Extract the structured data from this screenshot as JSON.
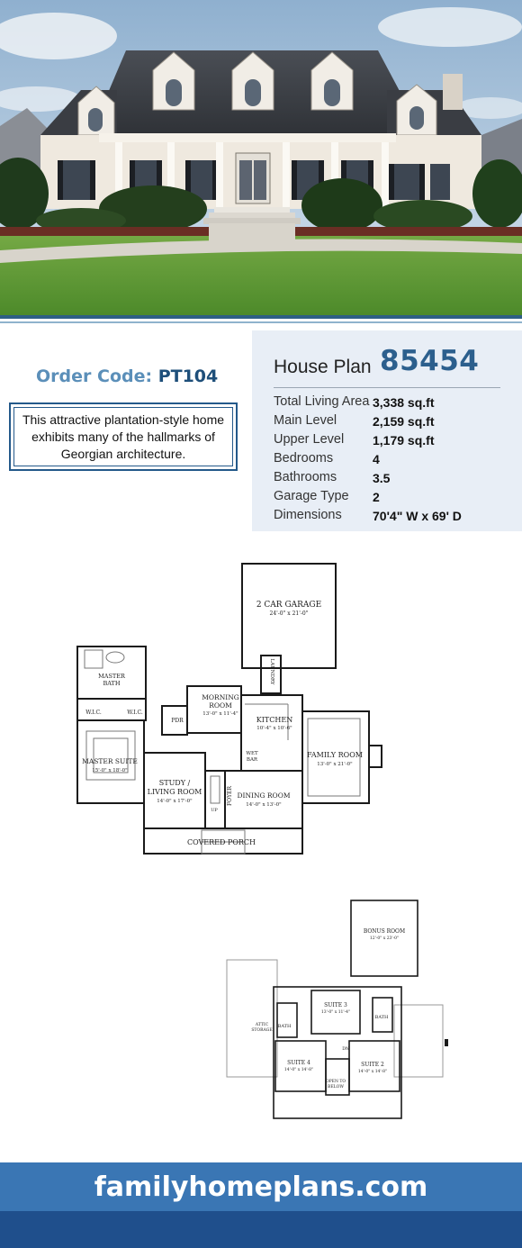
{
  "order": {
    "label": "Order Code:",
    "code": "PT104"
  },
  "description": "This attractive plantation-style home exhibits many of the hallmarks of Georgian architecture.",
  "house_plan": {
    "label": "House Plan",
    "number": "85454"
  },
  "specs": [
    {
      "label": "Total Living Area",
      "value": "3,338 sq.ft"
    },
    {
      "label": "Main Level",
      "value": "2,159 sq.ft"
    },
    {
      "label": "Upper Level",
      "value": "1,179 sq.ft"
    },
    {
      "label": "Bedrooms",
      "value": "4"
    },
    {
      "label": "Bathrooms",
      "value": "3.5"
    },
    {
      "label": "Garage Type",
      "value": "2"
    },
    {
      "label": "Dimensions",
      "value": "70'4\" W x 69' D"
    }
  ],
  "main_floor": {
    "garage": {
      "name": "2 CAR GARAGE",
      "size": "24'-0\" x 21'-0\""
    },
    "laundry": "LAUNDRY",
    "master_bath": {
      "name": "MASTER",
      "name2": "BATH"
    },
    "wic_left": "W.I.C.",
    "wic_right": "W.I.C.",
    "morning_room": {
      "name": "MORNING",
      "name2": "ROOM",
      "size": "13'-0\" x 11'-4\""
    },
    "pdr": "PDR",
    "kitchen": {
      "name": "KITCHEN",
      "size": "10'-4\" x 10'-6\""
    },
    "master_suite": {
      "name": "MASTER SUITE",
      "size": "15'-0\" x 18'-0\""
    },
    "wet_bar": {
      "name": "WET",
      "name2": "BAR"
    },
    "family_room": {
      "name": "FAMILY ROOM",
      "size": "13'-0\" x 21'-0\""
    },
    "study": {
      "name": "STUDY /",
      "name2": "LIVING ROOM",
      "size": "14'-0\" x 17'-0\""
    },
    "foyer": "FOYER",
    "up": "UP",
    "dining_room": {
      "name": "DINING ROOM",
      "size": "14'-0\" x 13'-0\""
    },
    "porch": "COVERED PORCH"
  },
  "upper_floor": {
    "bonus_room": {
      "name": "BONUS ROOM",
      "size": "12'-0\" x 23'-0\""
    },
    "suite3": {
      "name": "SUITE 3",
      "size": "13'-0\" x 11'-4\""
    },
    "attic": {
      "name": "ATTIC",
      "name2": "STORAGE"
    },
    "bath_left": "BATH",
    "bath_right": "BATH",
    "dn": "DN",
    "suite4": {
      "name": "SUITE 4",
      "size": "14'-0\" x 14'-8\""
    },
    "suite2": {
      "name": "SUITE 2",
      "size": "14'-0\" x 14'-8\""
    },
    "open_below": {
      "name": "OPEN TO",
      "name2": "BELOW"
    }
  },
  "footer": {
    "url": "familyhomeplans.com"
  },
  "colors": {
    "brand_dark": "#1f4f8c",
    "brand_mid": "#3a76b4",
    "accent": "#2c5f8d",
    "panel": "#e8eef6"
  }
}
